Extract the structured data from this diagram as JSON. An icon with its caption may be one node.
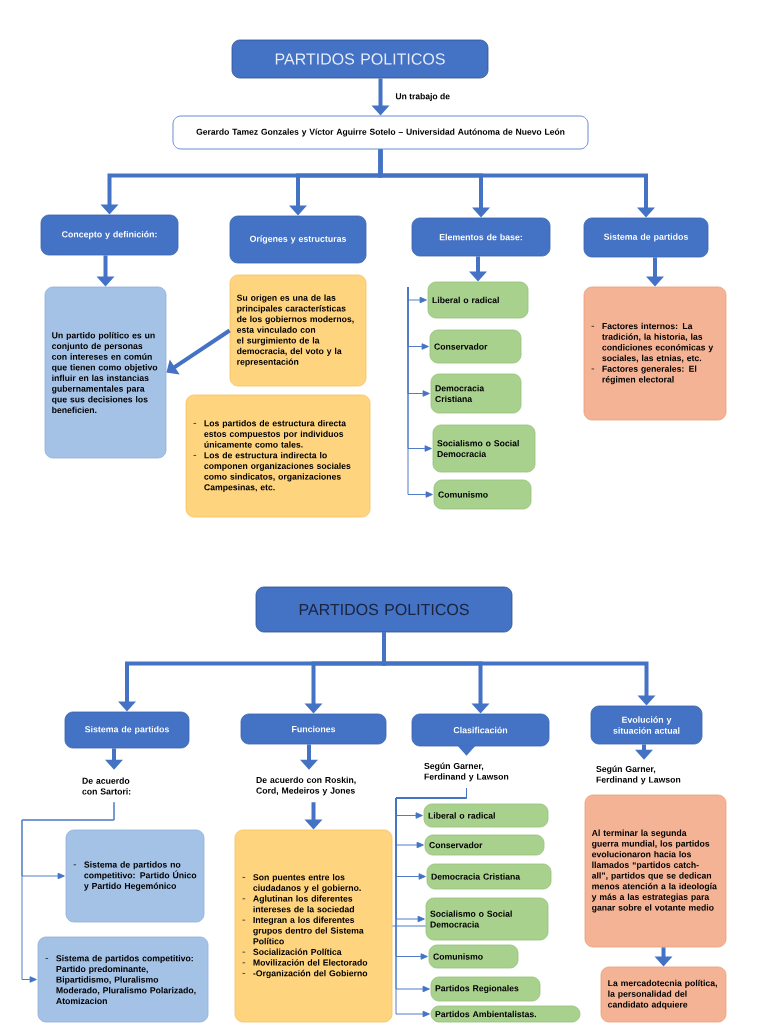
{
  "diagram": {
    "nodes": [
      {
        "text": [
          "PARTIDOS POLITICOS"
        ]
      },
      {
        "text": [
          "Gerardo Tamez Gonzales y Víctor Aguirre Sotelo – Universidad Autónoma de Nuevo León"
        ]
      },
      {
        "text": [
          "Concepto y definición:"
        ]
      },
      {
        "text": [
          "Orígenes y estructuras"
        ]
      },
      {
        "text": [
          "Elementos de base:"
        ]
      },
      {
        "text": [
          "Sistema de partidos"
        ]
      },
      {
        "text": [
          "Un partido político es un conjunto de personas con intereses en común que tienen como objetivo influir en las instancias gubernamentales para que sus decisiones los beneficien."
        ]
      },
      {
        "text": [
          "Su origen es una de las principales características de los gobiernos modernos, esta vinculado con el surgimiento de la democracia, del voto y la representación"
        ]
      },
      {
        "text": [
          "Los partidos de estructura directa estos compuestos por individuos únicamente como tales.",
          "Los de estructura indirecta lo componen organizaciones sociales como sindicatos, organizaciones Campesinas, etc."
        ]
      },
      {
        "text": [
          "Liberal o radical"
        ]
      },
      {
        "text": [
          "Conservador"
        ]
      },
      {
        "text": [
          "Democracia Cristiana"
        ]
      },
      {
        "text": [
          "Socialismo o Social Democracia"
        ]
      },
      {
        "text": [
          "Comunismo"
        ]
      },
      {
        "text": [
          "Factores internos: La tradición, la historia, las condiciones económicas y sociales, las etnias, etc.",
          "Factores generales: El régimen electoral"
        ]
      },
      {
        "text": [
          "PARTIDOS POLITICOS"
        ]
      },
      {
        "text": [
          "Sistema de partidos"
        ]
      },
      {
        "text": [
          "Funciones"
        ]
      },
      {
        "text": [
          "Clasificación"
        ]
      },
      {
        "text": [
          "Evolución y situación actual"
        ]
      },
      {
        "text": [
          "De acuerdo con Sartori:"
        ]
      },
      {
        "text": [
          "De acuerdo con Roskin, Cord, Medeiros y Jones"
        ]
      },
      {
        "text": [
          "Según Garner, Ferdinand y Lawson"
        ]
      },
      {
        "text": [
          "Según Garner, Ferdinand y Lawson"
        ]
      },
      {
        "text": [
          "Sistema de partidos no competitivo: Partido Único y Partido Hegemónico"
        ]
      },
      {
        "text": [
          "Sistema de partidos competitivo: Partido predominante, Bipartidismo, Pluralismo Moderado, Pluralismo Polarizado, Atomizacion"
        ]
      },
      {
        "text": [
          "Son puentes entre los ciudadanos y el gobierno.",
          "Aglutinan los diferentes intereses de la sociedad",
          "Integran a los diferentes grupos dentro del Sistema Político",
          "Socialización Política",
          "Movilización del Electorado",
          "-Organización del Gobierno"
        ]
      },
      {
        "text": [
          "Liberal o radical"
        ]
      },
      {
        "text": [
          "Conservador"
        ]
      },
      {
        "text": [
          "Democracia Cristiana"
        ]
      },
      {
        "text": [
          "Socialismo o Social Democracia"
        ]
      },
      {
        "text": [
          "Comunismo"
        ]
      },
      {
        "text": [
          "Partidos Regionales"
        ]
      },
      {
        "text": [
          "Partidos Ambientalistas."
        ]
      },
      {
        "text": [
          "Al terminar la segunda guerra mundial, los partidos evolucionaron hacia los llamados “partidos catch-all”, partidos que se dedican menos atención a la ideología y más a las estrategias para ganar sobre el votante medio"
        ]
      },
      {
        "text": [
          "La mercadotecnia política, la personalidad del candidato adquiere"
        ]
      }
    ],
    "edges": [
      {
        "from": 0,
        "to": 1,
        "arrow": "to",
        "label": "Un trabajo de"
      },
      {
        "from": 1,
        "to": 2,
        "arrow": "to"
      },
      {
        "from": 1,
        "to": 3,
        "arrow": "to"
      },
      {
        "from": 1,
        "to": 4,
        "arrow": "to"
      },
      {
        "from": 1,
        "to": 5,
        "arrow": "to"
      },
      {
        "from": 2,
        "to": 6,
        "arrow": "to"
      },
      {
        "from": 7,
        "to": 6,
        "arrow": "to"
      },
      {
        "from": 4,
        "to": 9,
        "arrow": "to"
      },
      {
        "from": 5,
        "to": 14,
        "arrow": "to"
      },
      {
        "from": null,
        "to": 9,
        "arrow": "to"
      },
      {
        "from": null,
        "to": 10,
        "arrow": "to"
      },
      {
        "from": null,
        "to": 11,
        "arrow": "to"
      },
      {
        "from": null,
        "to": 12,
        "arrow": "to"
      },
      {
        "from": null,
        "to": 13,
        "arrow": "to"
      },
      {
        "from": 15,
        "to": 16,
        "arrow": "to"
      },
      {
        "from": 15,
        "to": 17,
        "arrow": "to"
      },
      {
        "from": 15,
        "to": 18,
        "arrow": "to"
      },
      {
        "from": 15,
        "to": 19,
        "arrow": "to"
      },
      {
        "from": 16,
        "to": 20,
        "arrow": "to"
      },
      {
        "from": 17,
        "to": 21,
        "arrow": "to"
      },
      {
        "from": 18,
        "to": 22,
        "arrow": "to"
      },
      {
        "from": 19,
        "to": 23,
        "arrow": "to"
      },
      {
        "from": 20,
        "to": 24,
        "arrow": "to"
      },
      {
        "from": 20,
        "to": 25,
        "arrow": "to"
      },
      {
        "from": 21,
        "to": 26,
        "arrow": "to"
      },
      {
        "from": 22,
        "to": 27,
        "arrow": "to"
      },
      {
        "from": 22,
        "to": 28,
        "arrow": "to"
      },
      {
        "from": 22,
        "to": 29,
        "arrow": "to"
      },
      {
        "from": 22,
        "to": 30,
        "arrow": "to"
      },
      {
        "from": 22,
        "to": 31,
        "arrow": "to"
      },
      {
        "from": 22,
        "to": 32,
        "arrow": "to"
      },
      {
        "from": 22,
        "to": 33,
        "arrow": "to"
      },
      {
        "from": 26,
        "to": 30,
        "arrow": "none"
      },
      {
        "from": 34,
        "to": 35,
        "arrow": "to"
      }
    ]
  }
}
